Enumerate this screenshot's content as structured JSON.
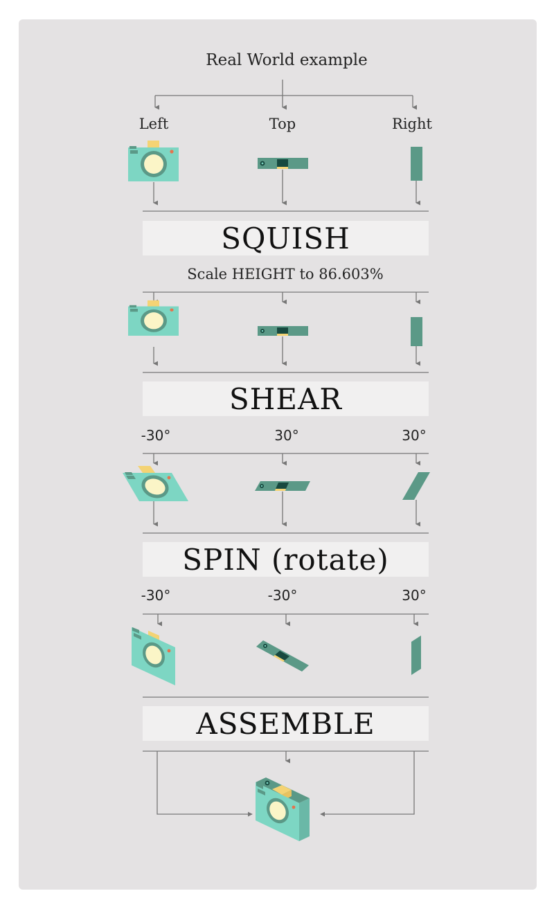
{
  "title": "Real World example",
  "views": {
    "left": "Left",
    "top": "Top",
    "right": "Right"
  },
  "steps": {
    "squish": {
      "label": "SQUISH",
      "note": "Scale HEIGHT to 86.603%"
    },
    "shear": {
      "label": "SHEAR",
      "angles": [
        "-30°",
        "30°",
        "30°"
      ]
    },
    "spin": {
      "label": "SPIN (rotate)",
      "angles": [
        "-30°",
        "-30°",
        "30°"
      ]
    },
    "assemble": {
      "label": "ASSEMBLE"
    }
  },
  "colors": {
    "background": "#e4e2e3",
    "box": "#f1f0f0",
    "line": "#777777",
    "body_light": "#7dd6c3",
    "body_side": "#6ab8a7",
    "body_dark": "#5b9987",
    "lens_ring": "#5b9987",
    "lens": "#fbf5c7",
    "flash": "#f4d374",
    "dot": "#e4744e",
    "viewfinder": "#17493f"
  }
}
